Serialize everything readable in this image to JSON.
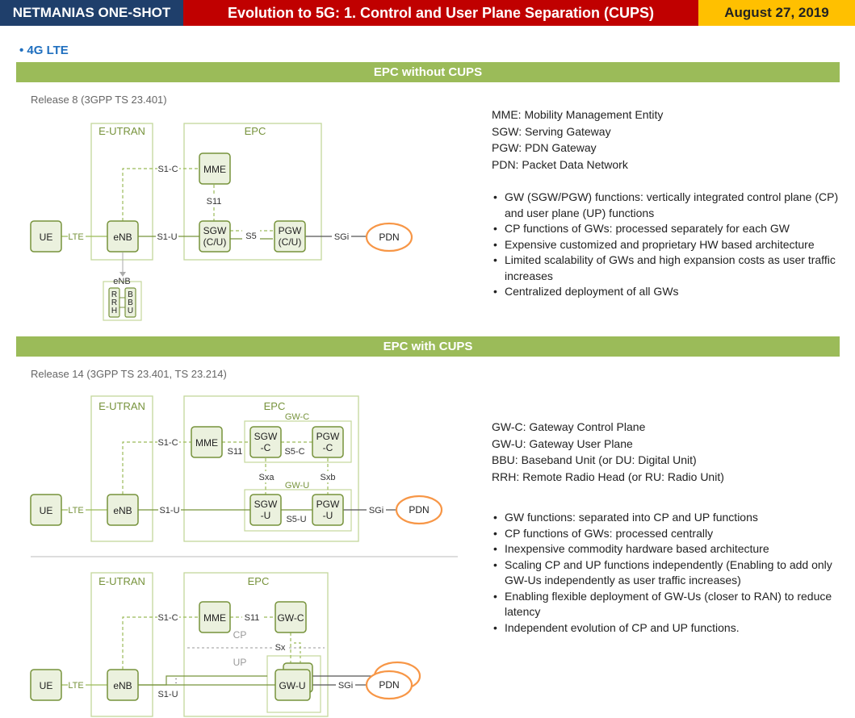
{
  "header": {
    "brand": "NETMANIAS ONE-SHOT",
    "title": "Evolution to 5G: 1. Control and User Plane Separation (CUPS)",
    "date": "August 27, 2019"
  },
  "subheading": "• 4G LTE",
  "section1": {
    "title": "EPC without CUPS",
    "release": "Release 8 (3GPP TS 23.401)",
    "diagram": {
      "eutran": "E-UTRAN",
      "epc": "EPC",
      "ue": "UE",
      "lte": "LTE",
      "enb": "eNB",
      "mme": "MME",
      "s1c": "S1-C",
      "s11": "S11",
      "s1u": "S1-U",
      "sgw_line1": "SGW",
      "sgw_line2": "(C/U)",
      "pgw_line1": "PGW",
      "pgw_line2": "(C/U)",
      "s5": "S5",
      "sgi": "SGi",
      "pdn": "PDN",
      "enb_detail": "eNB",
      "rrh": "RRH",
      "bbu": "BBU"
    },
    "legend": [
      "MME: Mobility Management Entity",
      "SGW: Serving Gateway",
      "PGW: PDN Gateway",
      "PDN: Packet Data Network"
    ],
    "bullets": [
      "GW (SGW/PGW) functions: vertically integrated control plane (CP) and user plane (UP) functions",
      "CP functions of GWs: processed separately for each GW",
      "Expensive customized and proprietary HW based architecture",
      "Limited scalability of GWs and high expansion costs as user traffic increases",
      "Centralized deployment of all GWs"
    ]
  },
  "section2": {
    "title": "EPC with CUPS",
    "release": "Release 14 (3GPP TS 23.401, TS 23.214)",
    "diagram_a": {
      "eutran": "E-UTRAN",
      "epc": "EPC",
      "gwc": "GW-C",
      "gwu": "GW-U",
      "ue": "UE",
      "lte": "LTE",
      "enb": "eNB",
      "mme": "MME",
      "s1c": "S1-C",
      "s11": "S11",
      "s1u": "S1-U",
      "sgwc_line1": "SGW",
      "sgwc_line2": "-C",
      "pgwc_line1": "PGW",
      "pgwc_line2": "-C",
      "sgwu_line1": "SGW",
      "sgwu_line2": "-U",
      "pgwu_line1": "PGW",
      "pgwu_line2": "-U",
      "s5c": "S5-C",
      "s5u": "S5-U",
      "sxa": "Sxa",
      "sxb": "Sxb",
      "sgi": "SGi",
      "pdn": "PDN"
    },
    "diagram_b": {
      "eutran": "E-UTRAN",
      "epc": "EPC",
      "ue": "UE",
      "lte": "LTE",
      "enb": "eNB",
      "mme": "MME",
      "s1c": "S1-C",
      "s11": "S11",
      "s1u": "S1-U",
      "gwc": "GW-C",
      "gwu": "GW-U",
      "cp": "CP",
      "up": "UP",
      "sx": "Sx",
      "sgi": "SGi",
      "pdn": "PDN"
    },
    "legend": [
      "GW-C: Gateway Control Plane",
      "GW-U: Gateway User Plane",
      "BBU: Baseband Unit (or DU: Digital Unit)",
      "RRH: Remote Radio Head (or RU: Radio Unit)"
    ],
    "bullets": [
      "GW functions: separated into CP and UP functions",
      "CP functions of GWs: processed centrally",
      "Inexpensive commodity hardware based architecture",
      "Scaling CP and UP functions independently (Enabling to add only GW-Us independently as user traffic increases)",
      "Enabling flexible deployment of GW-Us (closer to RAN) to reduce latency",
      "Independent evolution of CP and UP functions."
    ]
  },
  "colors": {
    "header_left": "#1f3f6b",
    "header_mid": "#c00000",
    "header_right": "#ffc000",
    "section_bar": "#9bbb59",
    "node_fill": "#ebf1de",
    "node_border": "#77933c",
    "pdn_border": "#f79646",
    "subheading": "#1f6fbf"
  }
}
